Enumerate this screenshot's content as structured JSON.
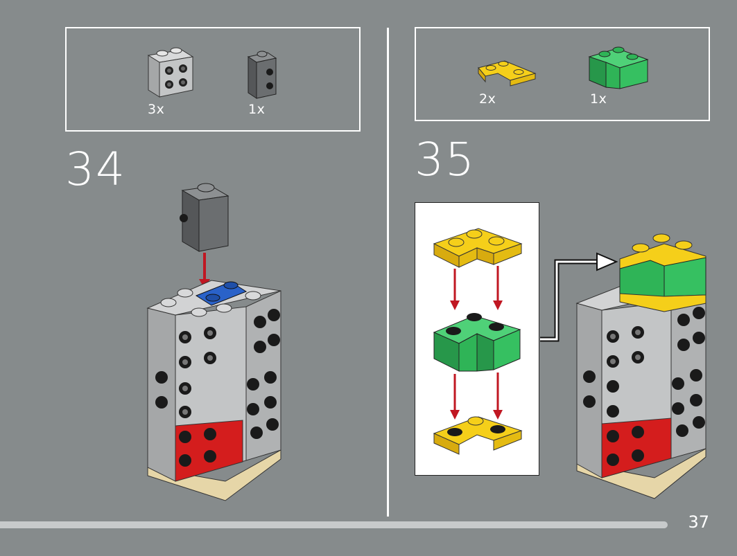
{
  "steps": [
    {
      "number": "34",
      "parts": [
        {
          "qty": "3x",
          "icon": "light-gray-brick-1x2-with-studs-on-side-icon",
          "color": "#b9bbbc"
        },
        {
          "qty": "1x",
          "icon": "dark-gray-brick-1x1-with-studs-on-side-icon",
          "color": "#6b6e70"
        }
      ]
    },
    {
      "number": "35",
      "parts": [
        {
          "qty": "2x",
          "icon": "yellow-corner-plate-icon",
          "color": "#f5cf1a"
        },
        {
          "qty": "1x",
          "icon": "green-corner-brick-icon",
          "color": "#2fb457"
        }
      ]
    }
  ],
  "page_number": "37",
  "colors": {
    "background": "#868b8c",
    "arrow_red": "#c01722",
    "brick_red": "#d41d1d",
    "brick_blue": "#2a62c9",
    "tan_base": "#e6d6a8",
    "light_gray": "#b9bbbc",
    "dark_gray": "#6b6e70",
    "yellow": "#f5cf1a",
    "green": "#2fb457"
  }
}
